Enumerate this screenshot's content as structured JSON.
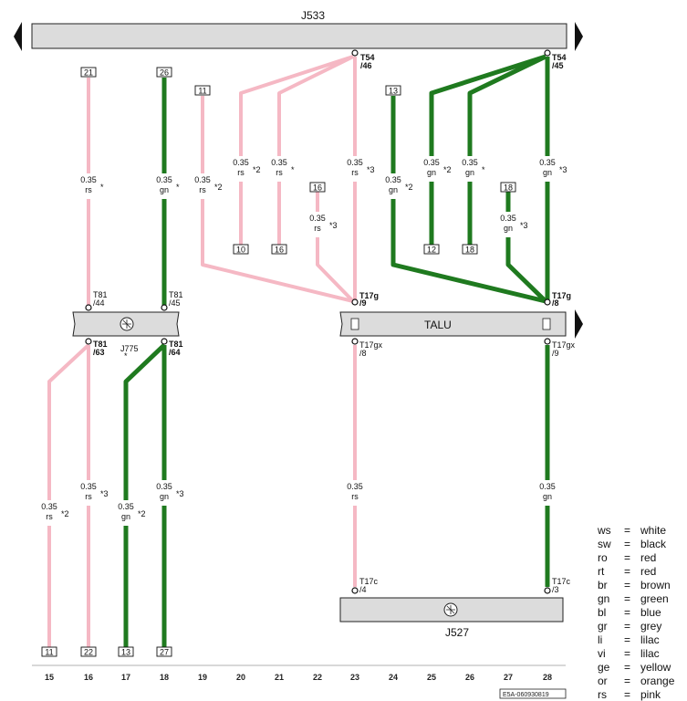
{
  "components": {
    "j533": {
      "label": "J533"
    },
    "j775": {
      "label": "J775"
    },
    "talu": {
      "label": "TALU"
    },
    "j527": {
      "label": "J527"
    }
  },
  "connectors": {
    "t54_46": {
      "line1": "T54",
      "line2": "/46"
    },
    "t54_45": {
      "line1": "T54",
      "line2": "/45"
    },
    "t81_44": {
      "line1": "T81",
      "line2": "/44"
    },
    "t81_45": {
      "line1": "T81",
      "line2": "/45"
    },
    "t81_63": {
      "line1": "T81",
      "line2": "/63"
    },
    "t81_64": {
      "line1": "T81",
      "line2": "/64"
    },
    "t17g_9": {
      "line1": "T17g",
      "line2": "/9"
    },
    "t17g_8": {
      "line1": "T17g",
      "line2": "/8"
    },
    "t17gx_8": {
      "line1": "T17gx",
      "line2": "/8"
    },
    "t17gx_9": {
      "line1": "T17gx",
      "line2": "/9"
    },
    "t17c_4": {
      "line1": "T17c",
      "line2": "/4"
    },
    "t17c_3": {
      "line1": "T17c",
      "line2": "/3"
    }
  },
  "boxes": [
    "21",
    "26",
    "11",
    "10",
    "16",
    "16",
    "13",
    "12",
    "18",
    "18",
    "11",
    "22",
    "13",
    "27"
  ],
  "wires": [
    {
      "size": "0.35",
      "color": "rs",
      "mark": "*"
    },
    {
      "size": "0.35",
      "color": "gn",
      "mark": "*"
    },
    {
      "size": "0.35",
      "color": "rs",
      "mark": "*2"
    },
    {
      "size": "0.35",
      "color": "rs",
      "mark": "*2"
    },
    {
      "size": "0.35",
      "color": "rs",
      "mark": "*"
    },
    {
      "size": "0.35",
      "color": "rs",
      "mark": "*3"
    },
    {
      "size": "0.35",
      "color": "rs",
      "mark": "*3"
    },
    {
      "size": "0.35",
      "color": "gn",
      "mark": "*2"
    },
    {
      "size": "0.35",
      "color": "gn",
      "mark": "*2"
    },
    {
      "size": "0.35",
      "color": "gn",
      "mark": "*"
    },
    {
      "size": "0.35",
      "color": "gn",
      "mark": "*3"
    },
    {
      "size": "0.35",
      "color": "gn",
      "mark": "*3"
    },
    {
      "size": "0.35",
      "color": "rs",
      "mark": "*2"
    },
    {
      "size": "0.35",
      "color": "rs",
      "mark": "*3"
    },
    {
      "size": "0.35",
      "color": "gn",
      "mark": "*2"
    },
    {
      "size": "0.35",
      "color": "gn",
      "mark": "*3"
    },
    {
      "size": "0.35",
      "color": "rs",
      "mark": ""
    },
    {
      "size": "0.35",
      "color": "gn",
      "mark": ""
    }
  ],
  "columns": [
    "15",
    "16",
    "17",
    "18",
    "19",
    "20",
    "21",
    "22",
    "23",
    "24",
    "25",
    "26",
    "27",
    "28"
  ],
  "footer": {
    "code": "E5A-060930819"
  },
  "legend": [
    {
      "abbr": "ws",
      "eq": "=",
      "name": "white"
    },
    {
      "abbr": "sw",
      "eq": "=",
      "name": "black"
    },
    {
      "abbr": "ro",
      "eq": "=",
      "name": "red"
    },
    {
      "abbr": "rt",
      "eq": "=",
      "name": "red"
    },
    {
      "abbr": "br",
      "eq": "=",
      "name": "brown"
    },
    {
      "abbr": "gn",
      "eq": "=",
      "name": "green"
    },
    {
      "abbr": "bl",
      "eq": "=",
      "name": "blue"
    },
    {
      "abbr": "gr",
      "eq": "=",
      "name": "grey"
    },
    {
      "abbr": "li",
      "eq": "=",
      "name": "lilac"
    },
    {
      "abbr": "vi",
      "eq": "=",
      "name": "lilac"
    },
    {
      "abbr": "ge",
      "eq": "=",
      "name": "yellow"
    },
    {
      "abbr": "or",
      "eq": "=",
      "name": "orange"
    },
    {
      "abbr": "rs",
      "eq": "=",
      "name": "pink"
    }
  ],
  "colors": {
    "pink": "#f5b8c4",
    "green": "#1f7a1f",
    "component_fill": "#dcdcdc",
    "outline": "#222222"
  }
}
